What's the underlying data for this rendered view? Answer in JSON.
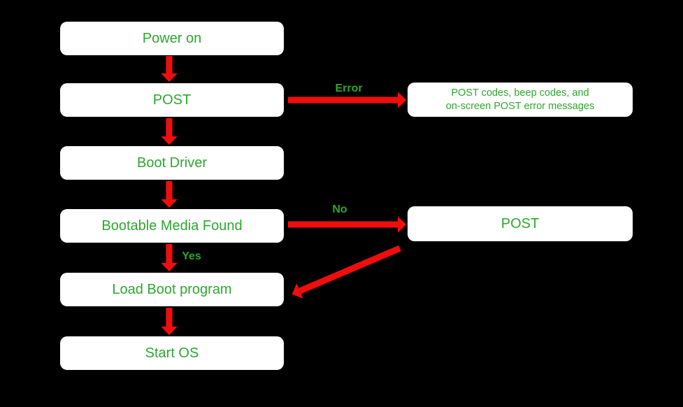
{
  "diagram": {
    "type": "flowchart",
    "subject": "computer-boot-process",
    "colors": {
      "background": "#000000",
      "node_fill": "#FFFFFF",
      "text_green": "#2EA62E",
      "arrow_red": "#F20D0D"
    },
    "nodes": {
      "power_on": "Power on",
      "post": "POST",
      "boot_driver": "Boot Driver",
      "bootable_media_found": "Bootable Media Found",
      "load_boot_program": "Load Boot program",
      "start_os": "Start OS",
      "post_codes_line1": "POST codes, beep codes, and",
      "post_codes_line2": "on-screen POST error messages",
      "post_right": "POST"
    },
    "edge_labels": {
      "error": "Error",
      "no": "No",
      "yes": "Yes"
    }
  }
}
